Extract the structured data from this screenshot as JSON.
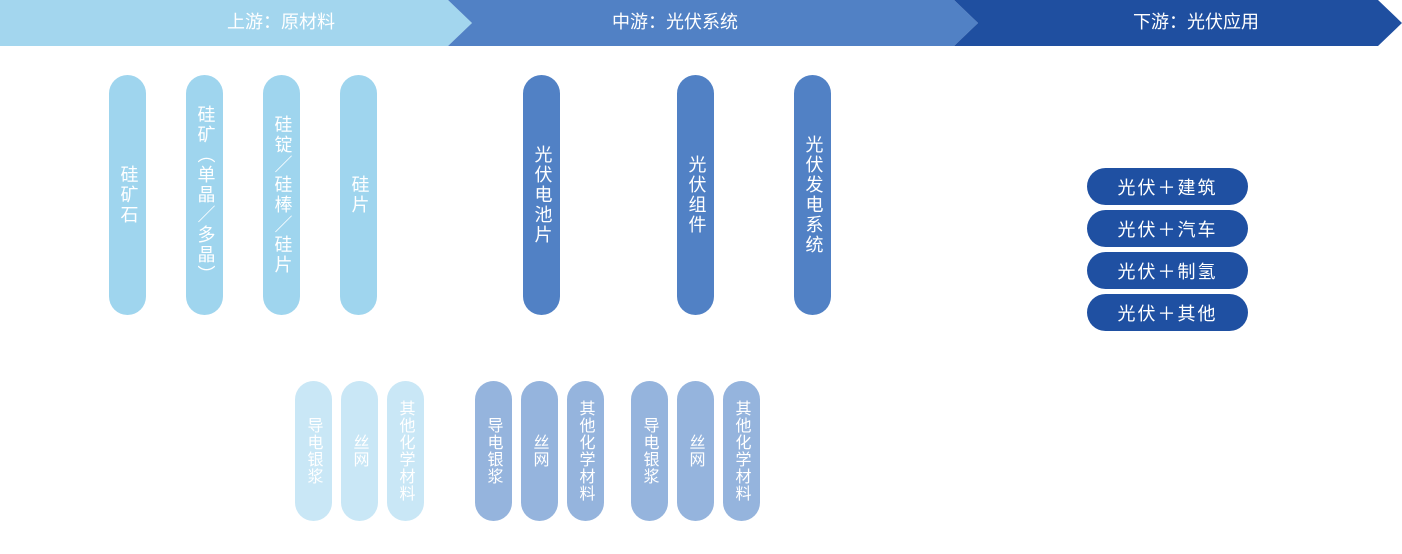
{
  "stages": [
    {
      "label": "上游：原材料",
      "color": "#a3d6ee"
    },
    {
      "label": "中游：光伏系统",
      "color": "#5181c5"
    },
    {
      "label": "下游：光伏应用",
      "color": "#1f4fa0"
    }
  ],
  "upstream": {
    "main": [
      "硅矿石",
      "硅矿（单晶／多晶）",
      "硅锭／硅棒／硅片",
      "硅片"
    ],
    "materials": [
      "导电银浆",
      "丝网",
      "其他化学材料"
    ]
  },
  "midstream": {
    "main": [
      "光伏电池片",
      "光伏组件",
      "光伏发电系统"
    ],
    "materials_group_1": [
      "导电银浆",
      "丝网",
      "其他化学材料"
    ],
    "materials_group_2": [
      "导电银浆",
      "丝网",
      "其他化学材料"
    ]
  },
  "downstream": {
    "applications": [
      "光伏＋建筑",
      "光伏＋汽车",
      "光伏＋制氢",
      "光伏＋其他"
    ]
  }
}
